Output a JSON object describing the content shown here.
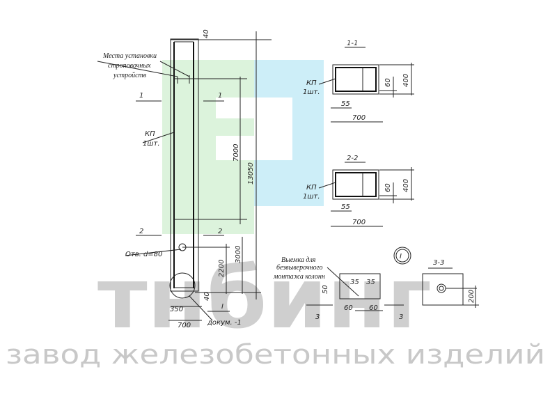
{
  "watermark": {
    "logo_text": "тнбинг",
    "tagline": "завод железобетонных изделий",
    "colors": {
      "green": "#d9f2d9",
      "blue": "#cdeef8",
      "grey": "#cfcfcf"
    }
  },
  "column_view": {
    "lifting_note": [
      "Места установки",
      "строповочных",
      "устройств"
    ],
    "rebar_label": [
      "КП",
      "1шт."
    ],
    "hole_label": "Отв. d=80",
    "section_marks": {
      "s1": "1",
      "s2": "2"
    },
    "detail_ref": "I",
    "detail_doc": "докум. -1",
    "dims": {
      "top": "40",
      "total": "13050",
      "upper": "7000",
      "lower": "3000",
      "hole": "2200",
      "bottom": "40",
      "half_width": "350",
      "width": "700"
    }
  },
  "section_1": {
    "title": "1-1",
    "rebar_label": [
      "КП",
      "1шт."
    ],
    "dims": {
      "height": "400",
      "cover": "60",
      "offset": "55",
      "width": "700"
    }
  },
  "section_2": {
    "title": "2-2",
    "rebar_label": [
      "КП",
      "1шт."
    ],
    "dims": {
      "height": "400",
      "cover": "60",
      "offset": "55",
      "width": "700"
    }
  },
  "detail_I": {
    "marker": "I",
    "note": [
      "Выемка для",
      "безвыверочного",
      "монтажа колонн"
    ],
    "dims": {
      "d1": "35",
      "d2": "35",
      "d3": "60",
      "d4": "60",
      "depth": "50"
    },
    "section_mark": "3"
  },
  "section_3": {
    "title": "3-3",
    "dims": {
      "size": "200"
    }
  }
}
